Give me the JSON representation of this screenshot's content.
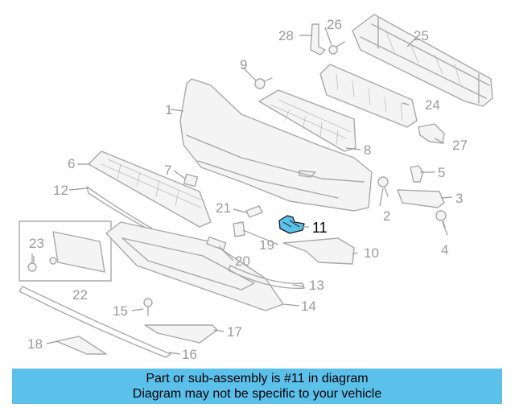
{
  "diagram": {
    "highlighted_part": "11",
    "callouts": [
      "1",
      "2",
      "3",
      "4",
      "5",
      "6",
      "7",
      "8",
      "9",
      "10",
      "11",
      "12",
      "13",
      "14",
      "15",
      "16",
      "17",
      "18",
      "19",
      "20",
      "21",
      "22",
      "23",
      "24",
      "25",
      "26",
      "27",
      "28"
    ]
  },
  "banner": {
    "line1": "Part or sub-assembly is #11 in diagram",
    "line2": "Diagram may not be specific to your vehicle"
  },
  "colors": {
    "banner": "#5bc0ea",
    "highlight": "#5bc0ea",
    "linework": "#a8a8a8"
  }
}
